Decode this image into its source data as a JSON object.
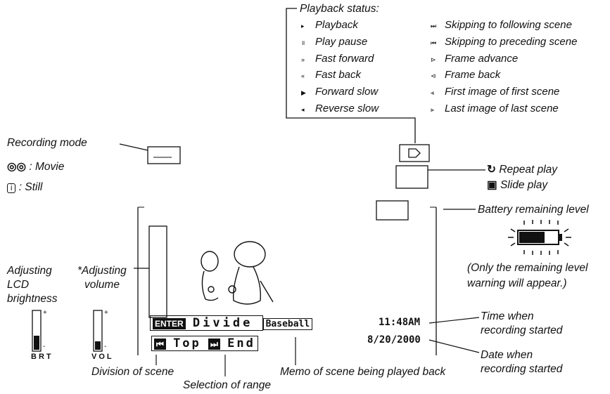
{
  "playback_status": {
    "title": "Playback status:",
    "left_items": [
      {
        "icon": "play-icon",
        "glyph": "▸",
        "label": "Playback"
      },
      {
        "icon": "pause-icon",
        "glyph": "॥",
        "label": "Play pause"
      },
      {
        "icon": "fast-forward-icon",
        "glyph": "»",
        "label": "Fast forward"
      },
      {
        "icon": "fast-back-icon",
        "glyph": "«",
        "label": "Fast back"
      },
      {
        "icon": "forward-slow-icon",
        "glyph": "▶",
        "label": "Forward slow"
      },
      {
        "icon": "reverse-slow-icon",
        "glyph": "◂",
        "label": "Reverse slow"
      }
    ],
    "right_items": [
      {
        "icon": "skip-next-icon",
        "glyph": "⏭",
        "label": "Skipping to following scene"
      },
      {
        "icon": "skip-prev-icon",
        "glyph": "⏮",
        "label": "Skipping to preceding scene"
      },
      {
        "icon": "frame-advance-icon",
        "glyph": "⊳",
        "label": "Frame advance"
      },
      {
        "icon": "frame-back-icon",
        "glyph": "⊲",
        "label": "Frame back"
      },
      {
        "icon": "first-image-icon",
        "glyph": "⫷",
        "label": "First image of first scene"
      },
      {
        "icon": "last-image-icon",
        "glyph": "⫸",
        "label": "Last image of last scene"
      }
    ]
  },
  "recording_mode": {
    "title": "Recording mode",
    "movie_label": ": Movie",
    "still_label": ": Still"
  },
  "repeat_play": "Repeat play",
  "slide_play": "Slide play",
  "battery": {
    "title": "Battery remaining level",
    "note_line1": "(Only the remaining level",
    "note_line2": "warning will appear.)"
  },
  "lcd_brightness": {
    "line1": "Adjusting",
    "line2": "LCD",
    "line3": "brightness",
    "bar_label": "BRT",
    "plus": "+",
    "minus": "-"
  },
  "volume": {
    "line1": "*Adjusting",
    "line2": "volume",
    "bar_label": "VOL",
    "plus": "+",
    "minus": "-"
  },
  "screen": {
    "enter_key": "ENTER",
    "divide_text": "Divide",
    "memo_text": "Baseball",
    "top_key": "⏮",
    "top_text": "Top",
    "end_key": "⏭",
    "end_text": "End",
    "time": "11:48AM",
    "date": "8/20/2000"
  },
  "time_started": {
    "line1": "Time when",
    "line2": "recording started"
  },
  "date_started": {
    "line1": "Date when",
    "line2": "recording started"
  },
  "division_of_scene": "Division of scene",
  "selection_of_range": "Selection of range",
  "memo_of_scene": "Memo of scene being played back"
}
